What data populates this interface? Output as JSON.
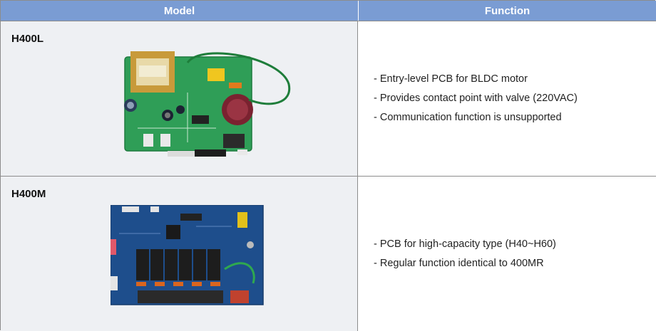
{
  "header": {
    "model_label": "Model",
    "function_label": "Function"
  },
  "rows": [
    {
      "model": "H400L",
      "functions": [
        "- Entry-level PCB for BLDC motor",
        "- Provides contact point with valve (220VAC)",
        "- Communication function is unsupported"
      ]
    },
    {
      "model": "H400M",
      "functions": [
        "- PCB for high-capacity type (H40~H60)",
        "- Regular function identical to 400MR"
      ]
    }
  ],
  "colors": {
    "header_bg": "#7a9cd3",
    "model_cell_bg": "#eef0f3",
    "border": "#8c8c8c"
  }
}
